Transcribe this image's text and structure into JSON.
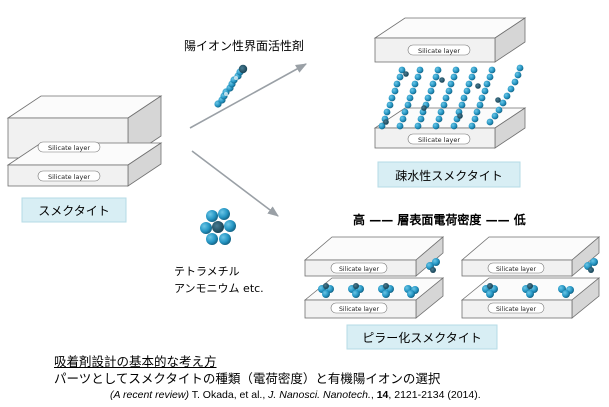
{
  "layer_label": "Silicate layer",
  "labels": {
    "smectite": "スメクタイト",
    "hydrophobic": "疎水性スメクタイト",
    "pillared": "ピラー化スメクタイト",
    "cationic_surfactant": "陽イオン性界面活性剤",
    "tma_line1": "テトラメチル",
    "tma_line2": "アンモニウム etc.",
    "density_high": "高",
    "density_dash": "——",
    "density_text": "層表面電荷密度",
    "density_low": "低"
  },
  "footer": {
    "heading": "吸着剤設計の基本的な考え方",
    "line2": "パーツとしてスメクタイトの種類（電荷密度）と有機陽イオンの選択",
    "ref_review": "(A recent review)",
    "ref_authors": " T. Okada, et al., ",
    "ref_journal": "J. Nanosci. Nanotech.",
    "ref_sep": ", ",
    "ref_volume": "14",
    "ref_pages": ", 2121-2134 (2014)."
  },
  "colors": {
    "label_box": "#d8eef4",
    "label_box_border": "#b5dbe6",
    "molecule": "#2596c4",
    "molecule_dark": "#15627f",
    "arrow": "#9aa0a6"
  }
}
